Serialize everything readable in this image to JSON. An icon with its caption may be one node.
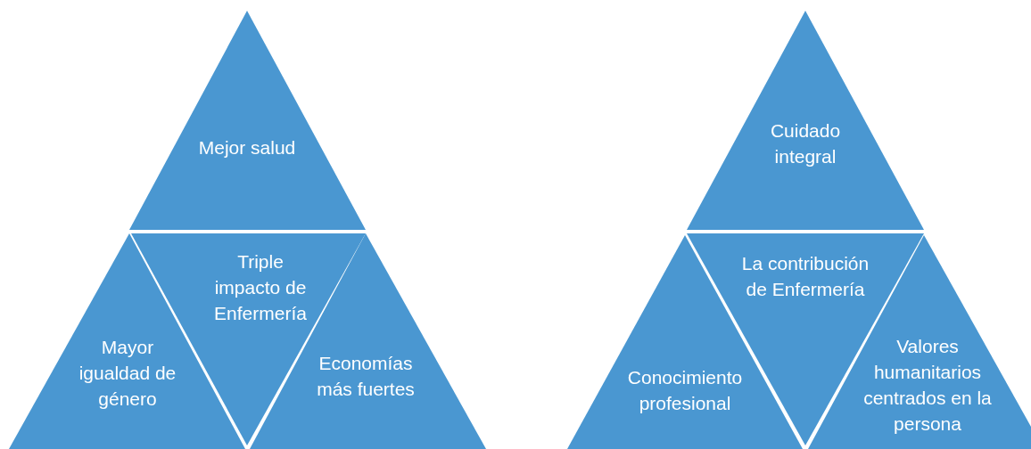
{
  "diagram": {
    "nodes": [
      {
        "text": [
          "Mejor salud"
        ]
      },
      {
        "text": [
          "Triple impacto de Enfermería"
        ]
      },
      {
        "text": [
          "Mayor igualdad de género"
        ]
      },
      {
        "text": [
          "Economías más fuertes"
        ]
      },
      {
        "text": [
          "Cuidado integral"
        ]
      },
      {
        "text": [
          "La contribución de Enfermería"
        ]
      },
      {
        "text": [
          "Conocimiento profesional"
        ]
      },
      {
        "text": [
          "Valores humanitarios centrados en la persona"
        ]
      }
    ]
  }
}
